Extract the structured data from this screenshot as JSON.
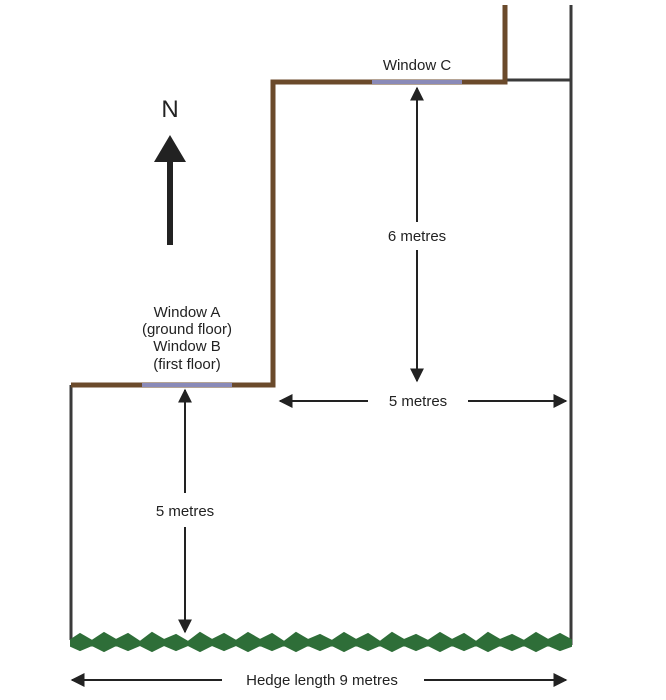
{
  "compass": {
    "label": "N"
  },
  "windows": {
    "a_line1": "Window A",
    "a_line2": "(ground floor)",
    "b_line1": "Window B",
    "b_line2": "(first floor)",
    "c": "Window C"
  },
  "dimensions": {
    "window_c_depth": "6 metres",
    "step_width": "5 metres",
    "window_ab_depth": "5 metres",
    "hedge": "Hedge length 9 metres"
  },
  "colors": {
    "wall": "#6b4a2b",
    "boundary": "#3a3a3a",
    "window": "#8a8ab8",
    "hedge": "#2e6e38",
    "ink": "#222222"
  }
}
